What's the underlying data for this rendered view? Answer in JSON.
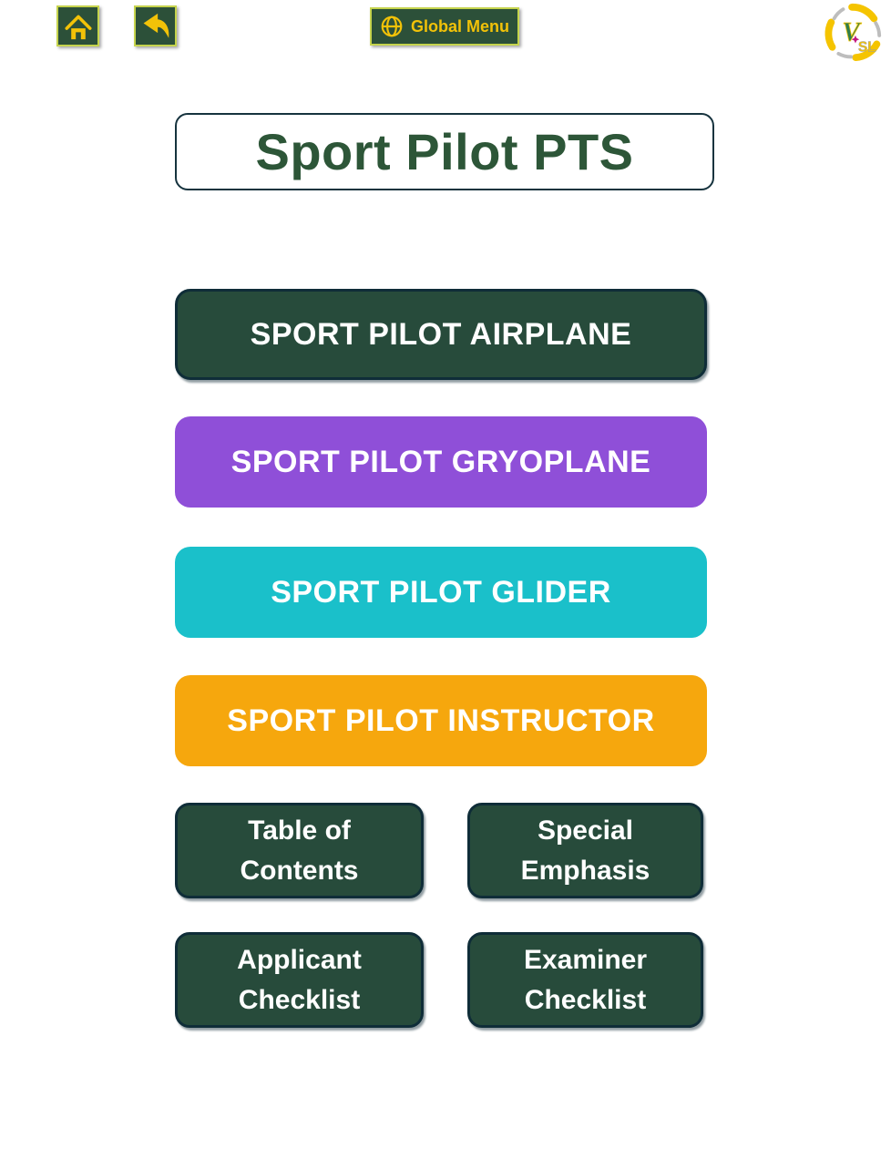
{
  "header": {
    "home_icon": "house",
    "back_icon": "curved-left-arrow",
    "global_menu": {
      "label": "Global Menu",
      "icon": "globe"
    },
    "logo": {
      "v": "V",
      "sl": "SL",
      "icon": "pinwheel-swoosh"
    }
  },
  "title": "Sport Pilot PTS",
  "main_buttons": [
    {
      "label": "SPORT PILOT AIRPLANE",
      "bg": "#274B3B",
      "fg": "#FFFFFF"
    },
    {
      "label": "SPORT PILOT GRYOPLANE",
      "bg": "#8F4FD8",
      "fg": "#FFFFFF"
    },
    {
      "label": "SPORT PILOT GLIDER",
      "bg": "#1AC0CA",
      "fg": "#FFFFFF"
    },
    {
      "label": "SPORT PILOT INSTRUCTOR",
      "bg": "#F6A70D",
      "fg": "#FFFFFF"
    }
  ],
  "secondary_buttons": [
    {
      "label": "Table of\nContents",
      "bg": "#274B3B",
      "fg": "#FFFFFF"
    },
    {
      "label": "Special\nEmphasis",
      "bg": "#274B3B",
      "fg": "#FFFFFF"
    },
    {
      "label": "Applicant\nChecklist",
      "bg": "#274B3B",
      "fg": "#FFFFFF"
    },
    {
      "label": "Examiner\nChecklist",
      "bg": "#274B3B",
      "fg": "#FFFFFF"
    }
  ],
  "colors": {
    "dark_green": "#274B3B",
    "header_green": "#2C5039",
    "navy_border": "#0F2D38",
    "yellow_green_border": "#C6D44D",
    "gold": "#F2C208",
    "purple": "#8F4FD8",
    "teal": "#1AC0CA",
    "orange": "#F6A70D",
    "title_green": "#2D5638"
  }
}
